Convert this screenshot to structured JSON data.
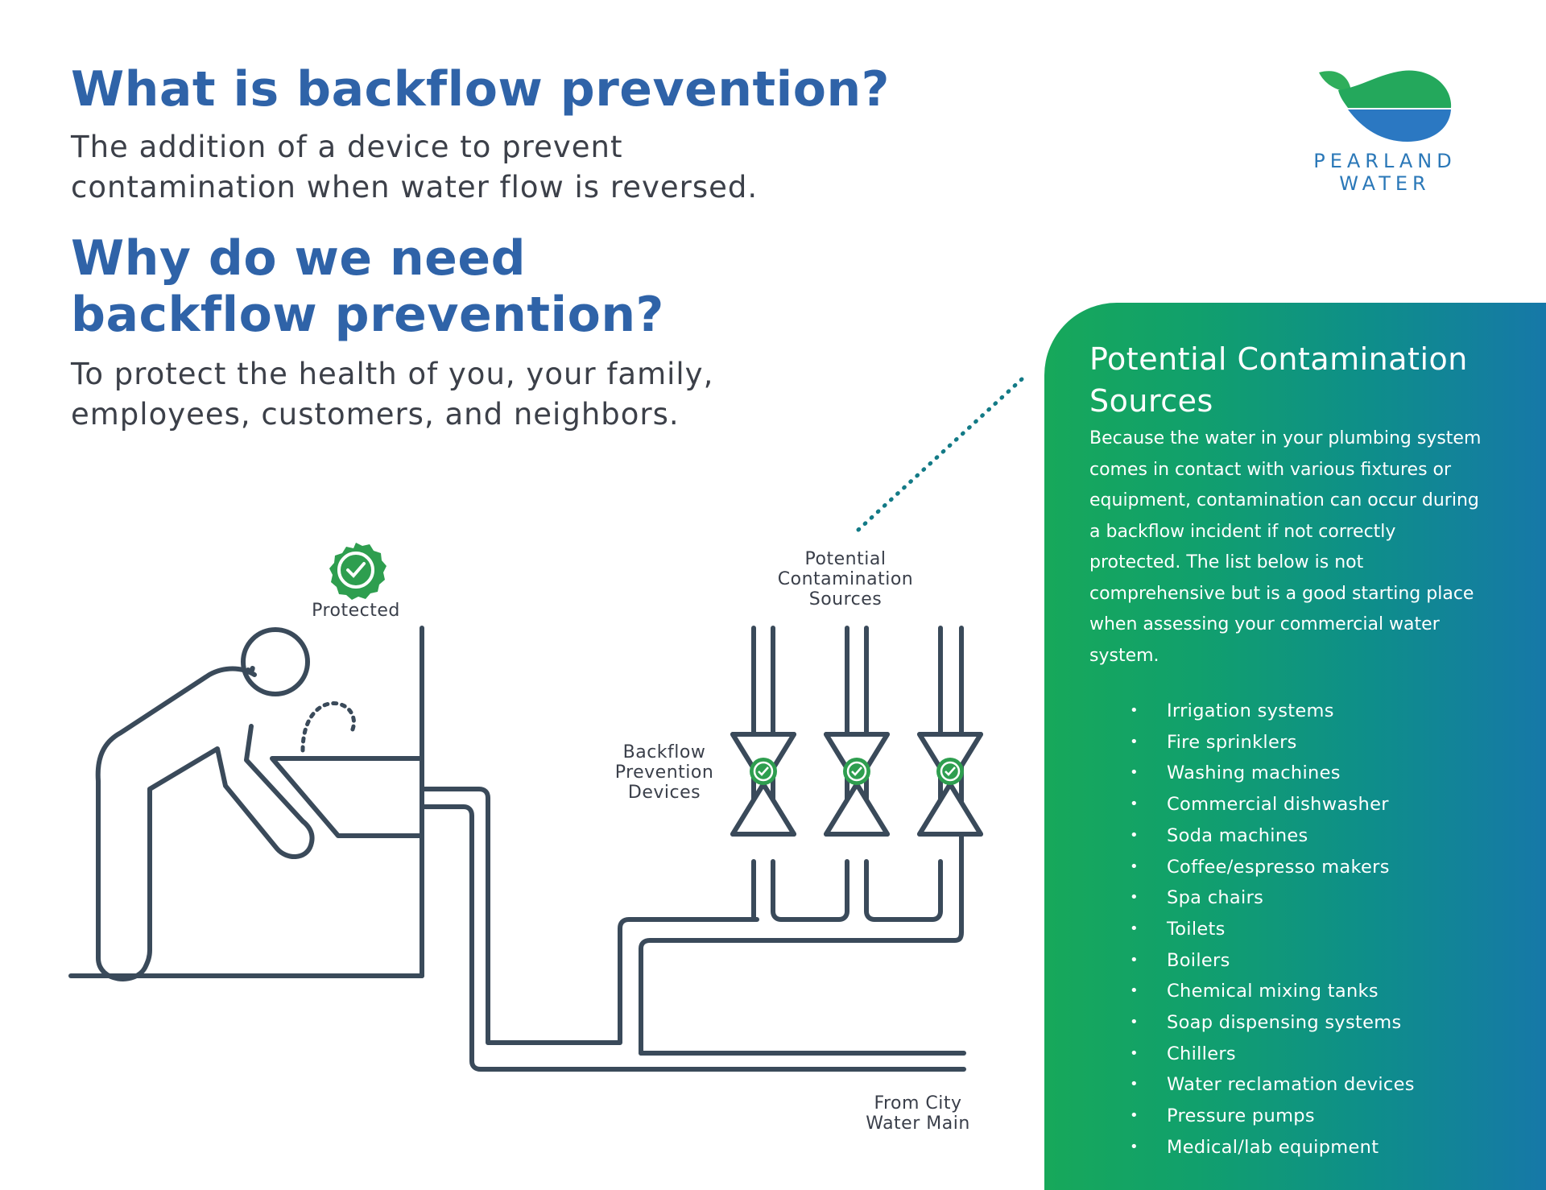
{
  "header": {
    "title1": "What is backflow prevention?",
    "desc1": "The addition of a device to prevent contamination when water flow is reversed.",
    "title2": "Why do we need backflow prevention?",
    "desc2": "To protect the health of you, your family, employees, customers, and neighbors."
  },
  "logo": {
    "line1": "PEARLAND",
    "line2": "WATER"
  },
  "diagram": {
    "protected_label": "Protected",
    "sources_label_line1": "Potential",
    "sources_label_line2": "Contamination",
    "sources_label_line3": "Sources",
    "devices_label_line1": "Backflow",
    "devices_label_line2": "Prevention",
    "devices_label_line3": "Devices",
    "main_label_line1": "From City",
    "main_label_line2": "Water Main"
  },
  "panel": {
    "title": "Potential Contamination Sources",
    "body": "Because the water in your plumbing system comes in contact with various fixtures or equipment, contamination can occur during a backflow incident if not correctly protected. The list below is not comprehensive but is a good starting place when assessing your commercial water system.",
    "items": [
      "Irrigation systems",
      "Fire sprinklers",
      "Washing machines",
      "Commercial dishwasher",
      "Soda machines",
      "Coffee/espresso makers",
      "Spa chairs",
      "Toilets",
      "Boilers",
      "Chemical mixing tanks",
      "Soap dispensing systems",
      "Chillers",
      "Water reclamation devices",
      "Pressure pumps",
      "Medical/lab equipment"
    ]
  },
  "colors": {
    "heading_blue": "#2f63a8",
    "pipe_gray": "#3a4a5a",
    "check_green": "#2e9e4f",
    "panel_green": "#17a85a",
    "panel_blue": "#1678a8"
  }
}
